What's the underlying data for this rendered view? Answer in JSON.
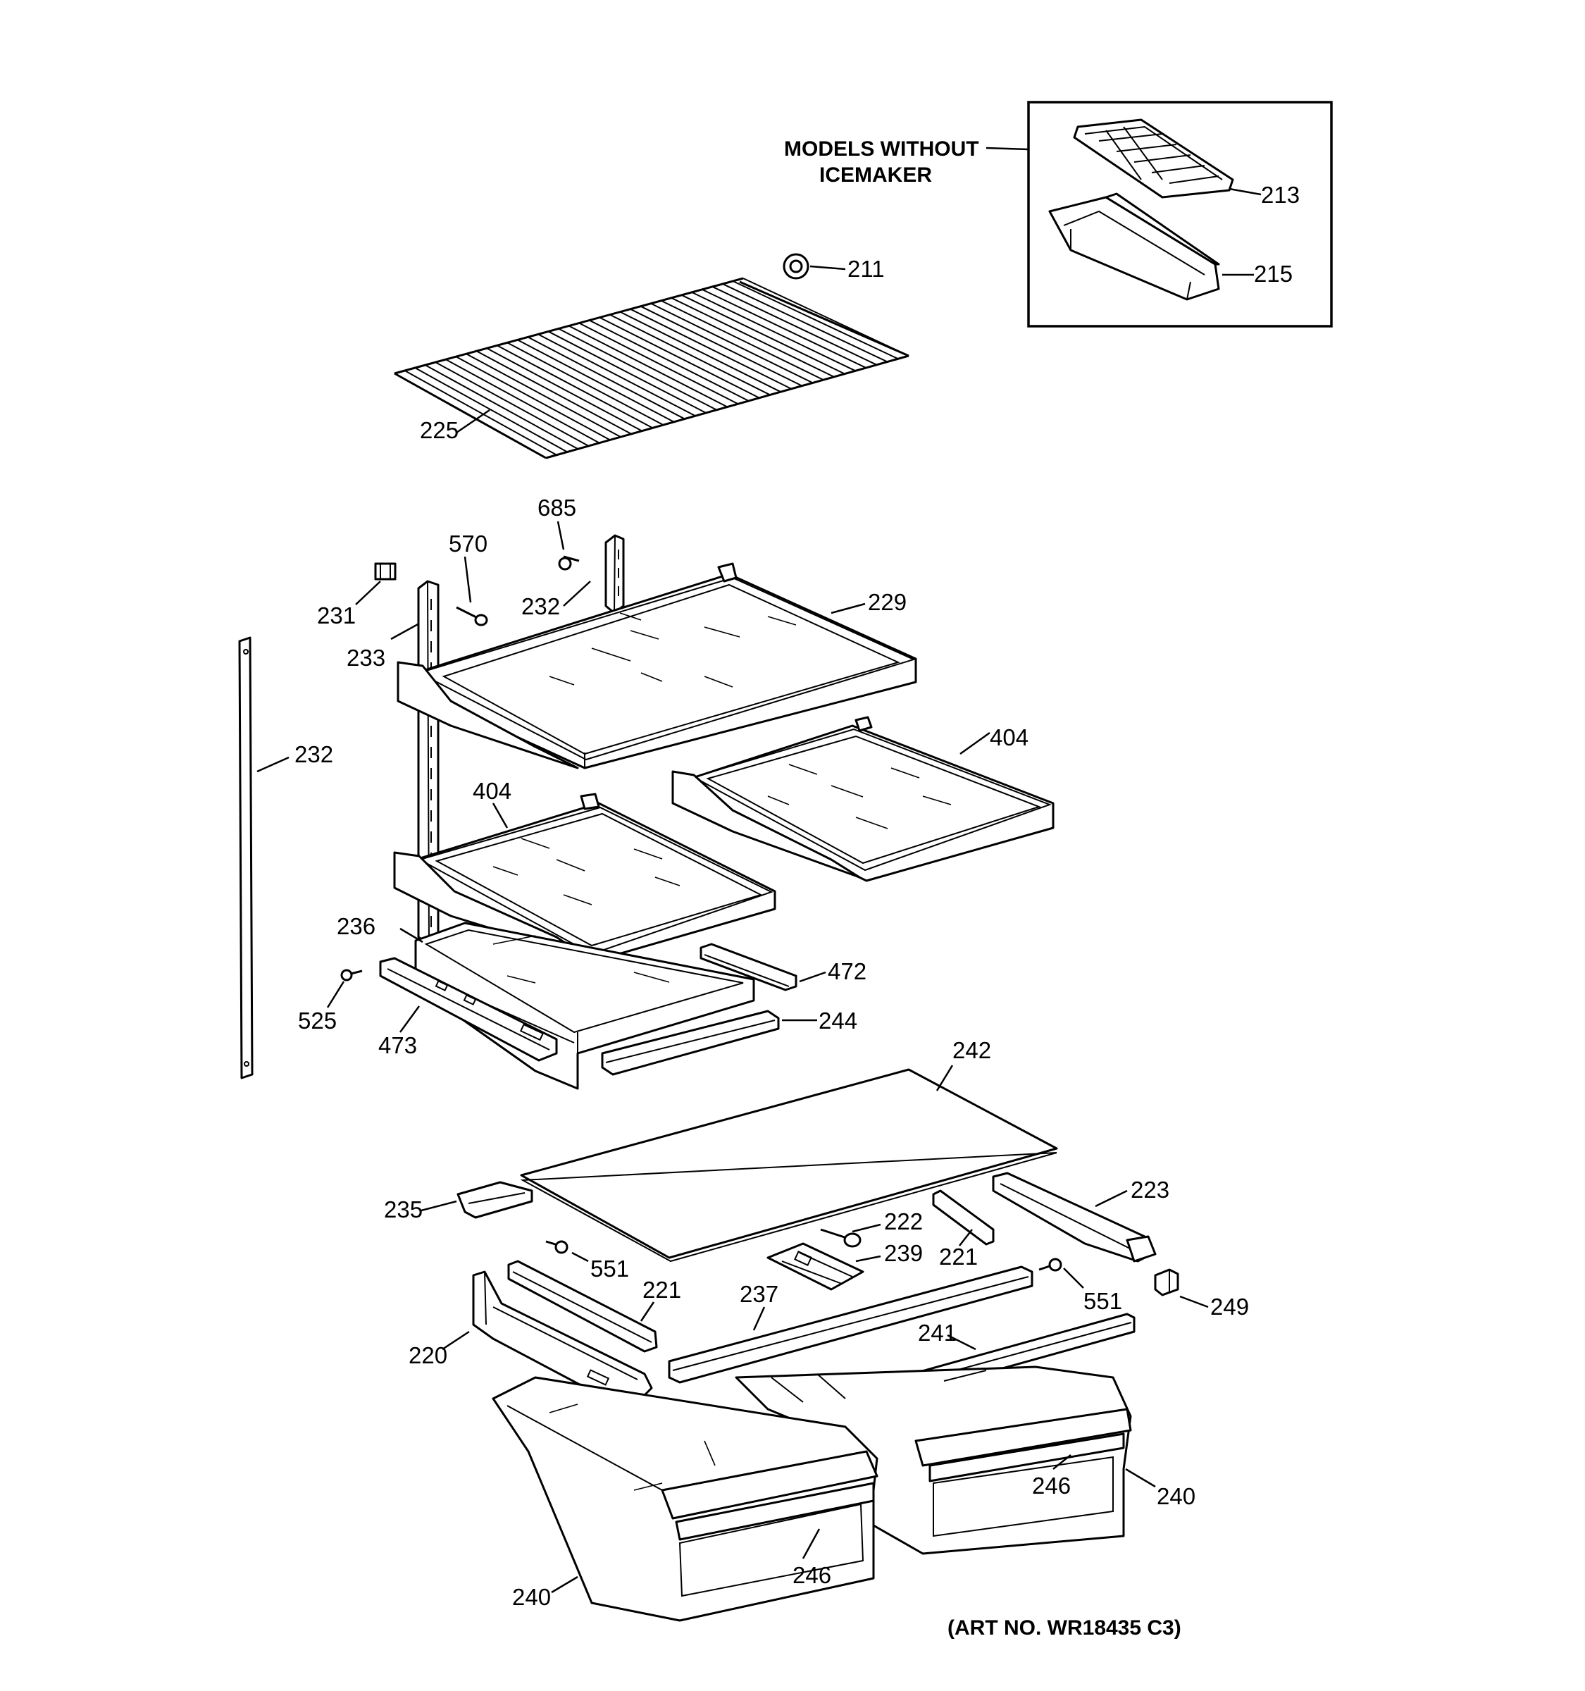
{
  "inset": {
    "title_line1": "MODELS WITHOUT",
    "title_line2": "ICEMAKER"
  },
  "art_no": "(ART NO. WR18435 C3)",
  "labels": {
    "l213": "213",
    "l215": "215",
    "l211": "211",
    "l225": "225",
    "l685": "685",
    "l570": "570",
    "l231": "231",
    "l232_top": "232",
    "l229": "229",
    "l233": "233",
    "l232_left": "232",
    "l404_right": "404",
    "l404_left": "404",
    "l236": "236",
    "l472": "472",
    "l525": "525",
    "l473": "473",
    "l244": "244",
    "l242": "242",
    "l223": "223",
    "l235": "235",
    "l222": "222",
    "l239": "239",
    "l221_right": "221",
    "l551_left": "551",
    "l551_right": "551",
    "l249": "249",
    "l221_left": "221",
    "l237": "237",
    "l241": "241",
    "l220": "220",
    "l246_right": "246",
    "l240_right": "240",
    "l246_left": "246",
    "l240_left": "240"
  },
  "colors": {
    "line": "#000000",
    "background": "#ffffff"
  }
}
